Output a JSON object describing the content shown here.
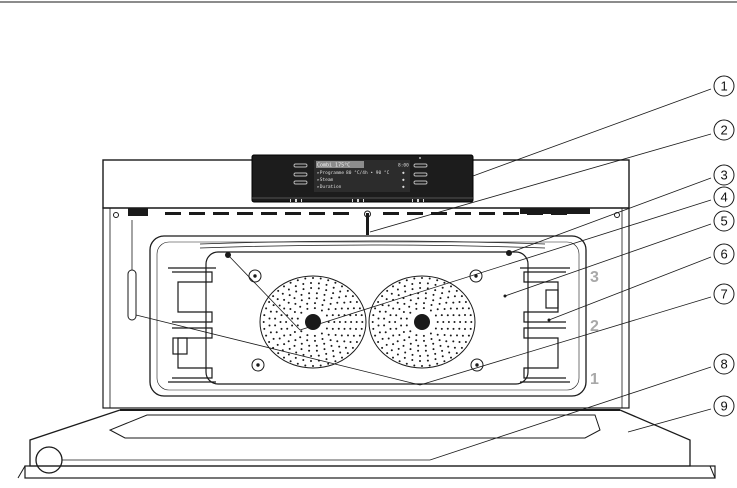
{
  "display": {
    "header": "Combi 175°C",
    "rows": [
      {
        "left": "▸Programme",
        "mid": "80 °C/4h • 90 °C",
        "right": "◆"
      },
      {
        "left": "▸Steam",
        "mid": "",
        "right": "◆"
      },
      {
        "left": "▸Duration",
        "mid": "",
        "right": "◆"
      }
    ],
    "header_right": "8:00"
  },
  "callouts": [
    {
      "label": "1"
    },
    {
      "label": "2"
    },
    {
      "label": "3"
    },
    {
      "label": "4"
    },
    {
      "label": "5"
    },
    {
      "label": "6"
    },
    {
      "label": "7"
    },
    {
      "label": "8"
    },
    {
      "label": "9"
    }
  ],
  "shelf_levels": [
    "3",
    "2",
    "1"
  ],
  "colors": {
    "line": "#1a1a1a",
    "panel": "#1c1c1c",
    "shelf_text": "#a8a8a8"
  }
}
